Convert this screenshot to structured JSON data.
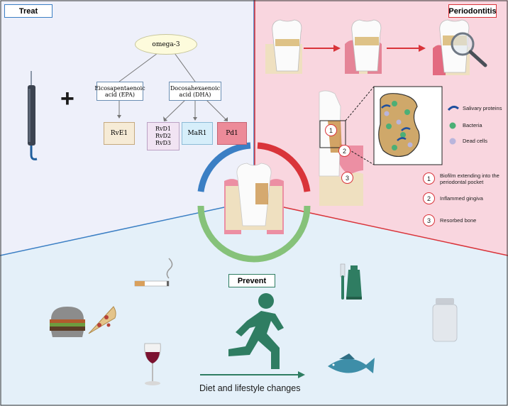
{
  "sections": {
    "treat": "Treat",
    "periodontitis": "Periodontitis",
    "prevent": "Prevent"
  },
  "treat": {
    "omega": "omega-3",
    "epa": "Eicosapentaenoic acid (EPA)",
    "dha": "Docosahexaenoic acid (DHA)",
    "rve1": "RvE1",
    "rvd1": "RvD1",
    "rvd2": "RvD2",
    "rvd3": "RvD3",
    "mar1": "MaR1",
    "pd1": "Pd1",
    "plus": "+"
  },
  "legend": {
    "salivary": "Salivary proteins",
    "bacteria": "Bacteria",
    "dead": "Dead cells"
  },
  "key": [
    {
      "num": "1",
      "text": "Biofilm extending into the periodontal pocket"
    },
    {
      "num": "2",
      "text": "Inflammed gingiva"
    },
    {
      "num": "3",
      "text": "Resorbed bone"
    }
  ],
  "prevent": {
    "caption": "Diet and lifestyle changes"
  },
  "colors": {
    "treat_bg": "#eef0fa",
    "perio_bg": "#f9d6df",
    "prevent_bg": "#e4f0f9",
    "blue": "#3b7fc4",
    "red": "#d9343a",
    "green": "#86c27a"
  },
  "icons": [
    "scaler-icon",
    "tooth-icon",
    "magnifier-icon",
    "cigarette-icon",
    "burger-icon",
    "pizza-icon",
    "wine-icon",
    "runner-icon",
    "toothbrush-icon",
    "toothpaste-icon",
    "pill-bottle-icon",
    "fish-icon"
  ]
}
